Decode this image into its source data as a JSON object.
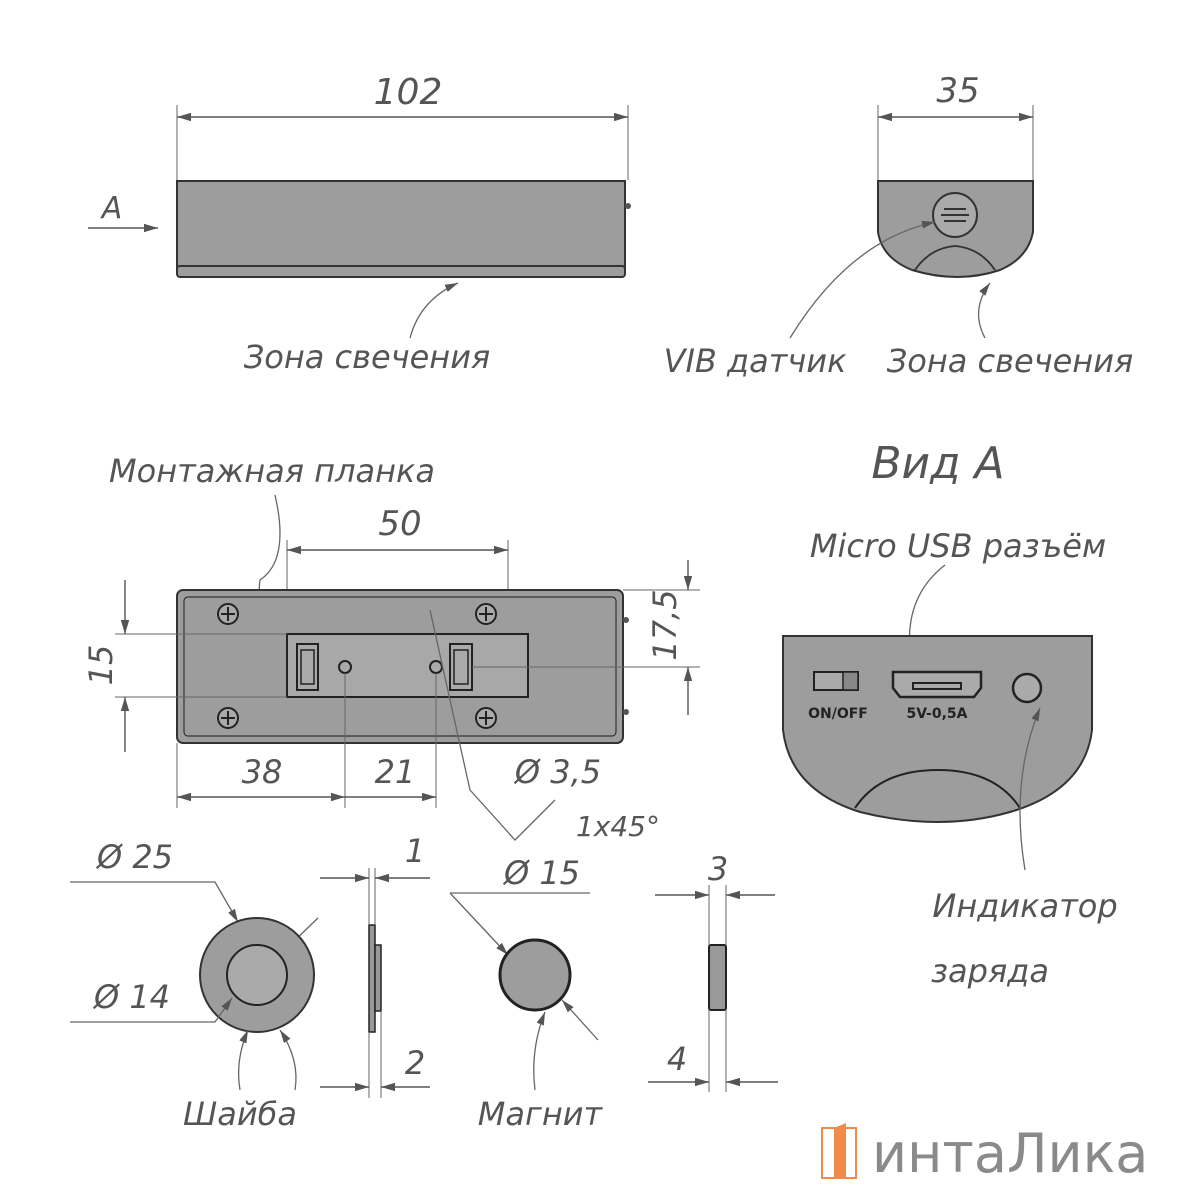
{
  "top_view": {
    "length": "102",
    "view_arrow": "A",
    "glow_zone": "Зона свечения"
  },
  "side_view": {
    "width": "35",
    "vib_sensor": "VIB датчик",
    "glow_zone": "Зона свечения"
  },
  "view_a": {
    "title": "Вид А",
    "usb_label": "Micro USB разъём",
    "switch_label": "ON/OFF",
    "usb_rating": "5V-0,5A",
    "indicator_label_1": "Индикатор",
    "indicator_label_2": "заряда"
  },
  "bottom_view": {
    "mounting_plate": "Монтажная планка",
    "hole_spacing": "50",
    "height_dim": "17,5",
    "plate_height": "15",
    "offset_1": "38",
    "offset_2": "21",
    "hole_diameter": "Ø 3,5",
    "chamfer": "1x45°"
  },
  "washer": {
    "outer_diameter": "Ø 25",
    "inner_diameter": "Ø 14",
    "thickness_1": "1",
    "thickness_2": "2",
    "label": "Шайба"
  },
  "magnet": {
    "diameter": "Ø 15",
    "thickness_1": "3",
    "thickness_2": "4",
    "label": "Магнит"
  },
  "watermark": {
    "brand": "интаЛика",
    "accent_color": "#f08a4b"
  }
}
